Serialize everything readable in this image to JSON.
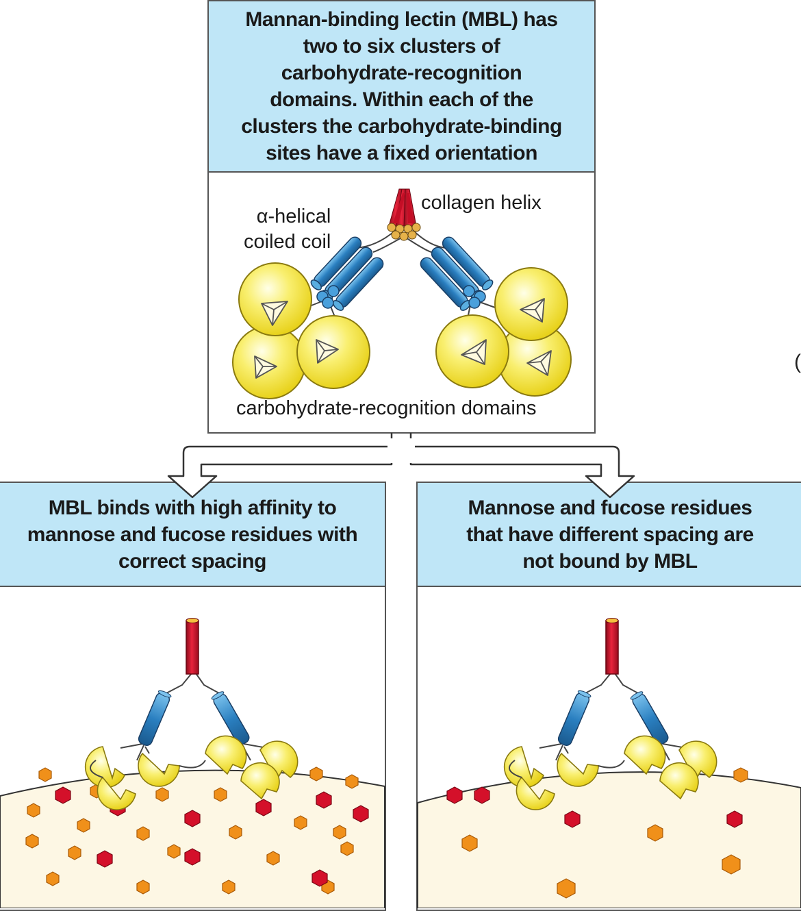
{
  "top_header": "Mannan-binding lectin (MBL) has\ntwo to six clusters of\ncarbohydrate-recognition\ndomains. Within each of the\nclusters the carbohydrate-binding\nsites have a fixed orientation",
  "labels": {
    "collagen_helix": "collagen helix",
    "alpha_helical": "α-helical\ncoiled coil",
    "crd": "carbohydrate-recognition domains"
  },
  "left_header": "MBL binds with high affinity to\nmannose and fucose residues with\ncorrect spacing",
  "right_header": "Mannose and fucose residues\nthat have different spacing are\nnot bound by MBL",
  "edge_glyph": "(",
  "colors": {
    "header_bg": "#bfe6f7",
    "collagen_red": "#d4102a",
    "coil_blue": "#2a7fc0",
    "domain_yellow": "#f6e94a",
    "surface_fill": "#fdf7e4",
    "residue_orange": "#f0901a",
    "residue_red": "#d4102a"
  }
}
